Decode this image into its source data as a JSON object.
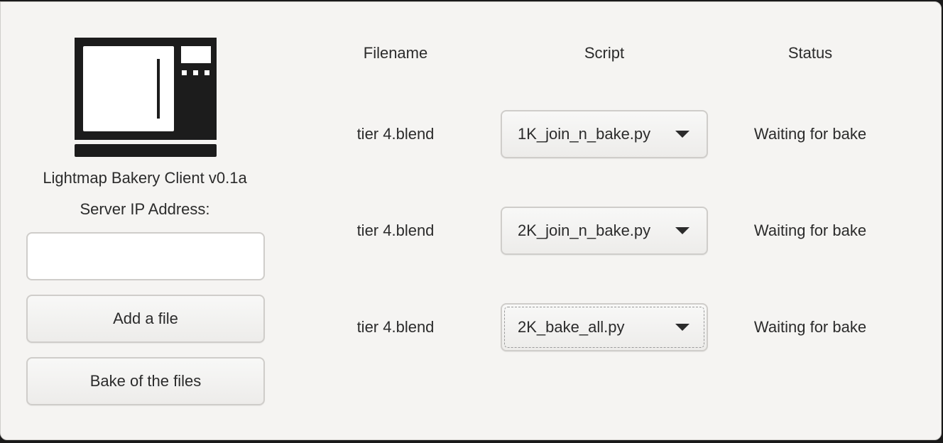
{
  "app": {
    "title": "Lightmap Bakery Client v0.1a",
    "logo_icon": "oven-icon"
  },
  "server": {
    "label": "Server IP Address:",
    "value": "",
    "placeholder": ""
  },
  "buttons": {
    "add_file": "Add a file",
    "bake": "Bake of the files"
  },
  "table": {
    "headers": {
      "filename": "Filename",
      "script": "Script",
      "status": "Status"
    },
    "rows": [
      {
        "filename": "tier 4.blend",
        "script": "1K_join_n_bake.py",
        "status": "Waiting for bake"
      },
      {
        "filename": "tier 4.blend",
        "script": "2K_join_n_bake.py",
        "status": "Waiting for bake"
      },
      {
        "filename": "tier 4.blend",
        "script": "2K_bake_all.py",
        "status": "Waiting for bake",
        "focused": true
      }
    ]
  },
  "colors": {
    "window_bg": "#f5f4f2",
    "text": "#2b2b2b",
    "border": "#cfcdca",
    "logo": "#1c1c1c"
  }
}
